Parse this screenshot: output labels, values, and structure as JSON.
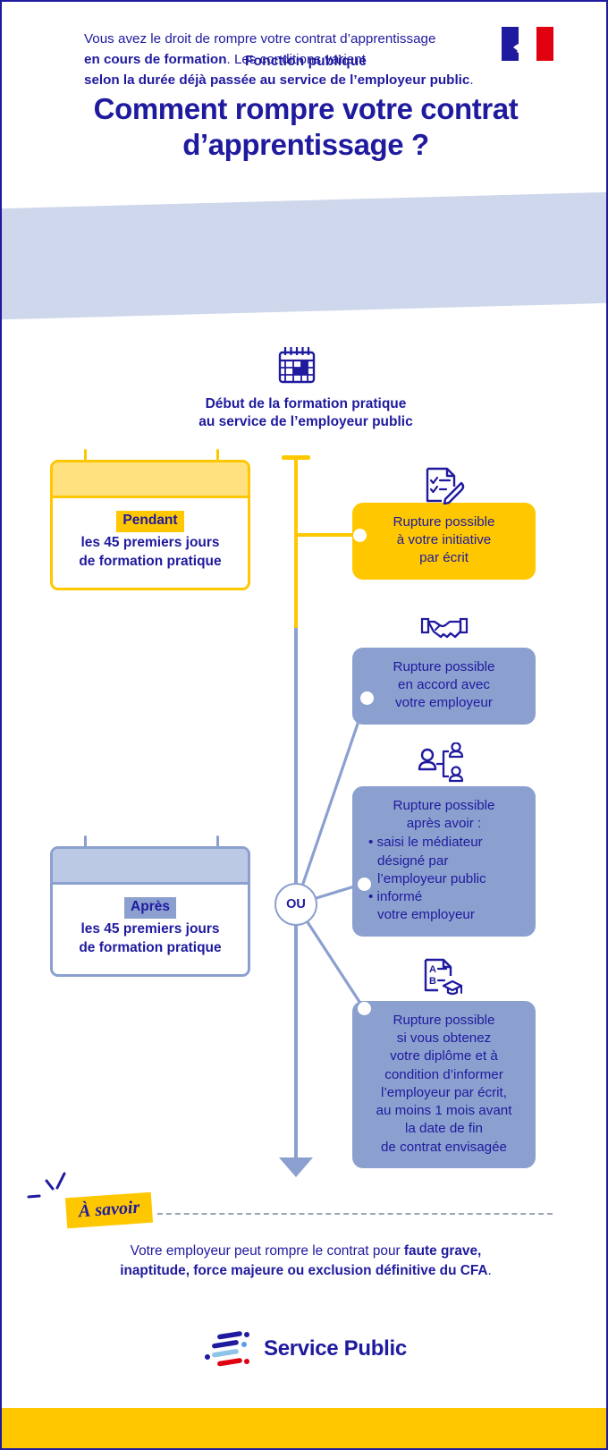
{
  "header": {
    "eyebrow": "Fonction publique",
    "title": "Comment rompre votre contrat d’apprentissage ?",
    "flag_icon": "french-republic-flag-marianne"
  },
  "intro": {
    "line1": "Vous avez le droit de rompre votre contrat d’apprentissage",
    "line2_bold": "en cours de formation",
    "line2_rest": ". Les conditions varient",
    "line3_bold": "selon la durée déjà passée au service de l’employeur public",
    "line3_rest": "."
  },
  "timeline": {
    "icon": "calendar-icon",
    "heading_line1": "Début de la formation pratique",
    "heading_line2": "au service de l’employeur public",
    "or_node_label": "OU",
    "cards": [
      {
        "tag": "Pendant",
        "line1": "les 45 premiers jours",
        "line2": "de formation pratique",
        "accent": "#ffc700"
      },
      {
        "tag": "Après",
        "line1": "les 45 premiers jours",
        "line2": "de formation pratique",
        "accent": "#8ba0cf"
      }
    ],
    "callouts": [
      {
        "icon": "checklist-pen-icon",
        "style": "yellow",
        "lines": [
          "Rupture possible",
          "à votre initiative",
          "par écrit"
        ],
        "bullets": []
      },
      {
        "icon": "handshake-icon",
        "style": "blue",
        "lines": [
          "Rupture possible",
          "en accord avec",
          "votre employeur"
        ],
        "bullets": []
      },
      {
        "icon": "mediator-people-icon",
        "style": "blue",
        "lines": [
          "Rupture possible",
          "après avoir :"
        ],
        "bullets": [
          "• saisi le médiateur",
          "désigné par",
          "l’employeur public",
          "• informé",
          "votre employeur"
        ]
      },
      {
        "icon": "diploma-graduation-icon",
        "style": "blue",
        "lines": [
          "Rupture possible",
          "si vous obtenez",
          "votre diplôme et à",
          "condition d’informer",
          "l’employeur par écrit,",
          "au moins 1 mois avant",
          "la date de fin",
          "de contrat envisagée"
        ],
        "bullets": []
      }
    ]
  },
  "note": {
    "badge": "À savoir",
    "text_plain_1": "Votre employeur peut rompre le contrat pour ",
    "text_bold_1": "faute grave,",
    "text_bold_2": "inaptitude, force majeure ou exclusion définitive du CFA",
    "text_plain_2": "."
  },
  "footer": {
    "logo_text": "Service Public",
    "logo_icon": "service-public-logo"
  },
  "colors": {
    "brand_blue": "#1f1a9e",
    "accent_yellow": "#ffc700",
    "soft_blue": "#8ba0cf",
    "band_blue": "#ced7ec",
    "pale_yellow": "#ffe27f",
    "pale_blue": "#bcc9e4",
    "flag_red": "#e1000f"
  }
}
